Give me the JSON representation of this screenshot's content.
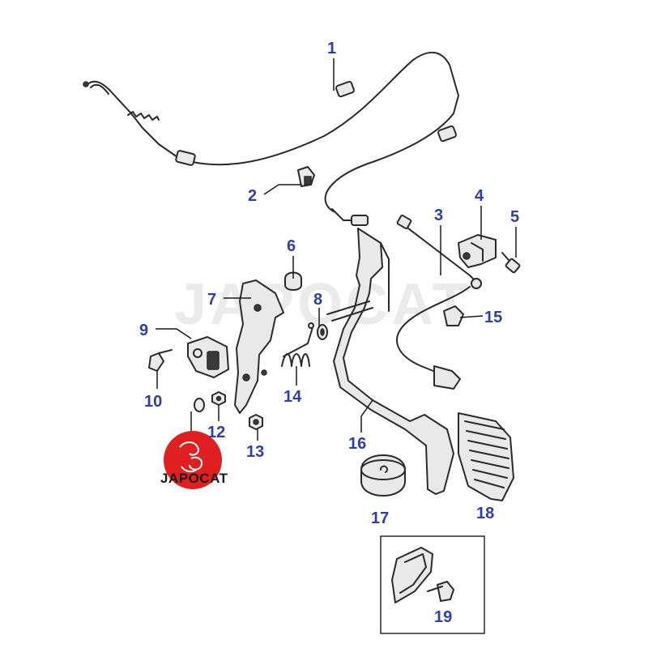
{
  "callouts": [
    {
      "id": "1",
      "label": "1"
    },
    {
      "id": "2",
      "label": "2"
    },
    {
      "id": "3",
      "label": "3"
    },
    {
      "id": "4",
      "label": "4"
    },
    {
      "id": "5",
      "label": "5"
    },
    {
      "id": "6",
      "label": "6"
    },
    {
      "id": "7",
      "label": "7"
    },
    {
      "id": "8",
      "label": "8"
    },
    {
      "id": "9",
      "label": "9"
    },
    {
      "id": "10",
      "label": "10"
    },
    {
      "id": "12",
      "label": "12"
    },
    {
      "id": "13",
      "label": "13"
    },
    {
      "id": "14",
      "label": "14"
    },
    {
      "id": "15",
      "label": "15"
    },
    {
      "id": "16",
      "label": "16"
    },
    {
      "id": "17",
      "label": "17"
    },
    {
      "id": "18",
      "label": "18"
    },
    {
      "id": "19",
      "label": "19"
    }
  ],
  "watermark": {
    "text": "JAPOCAT"
  },
  "logo": {
    "text": "JAPOCAT",
    "color": "#e02020"
  }
}
